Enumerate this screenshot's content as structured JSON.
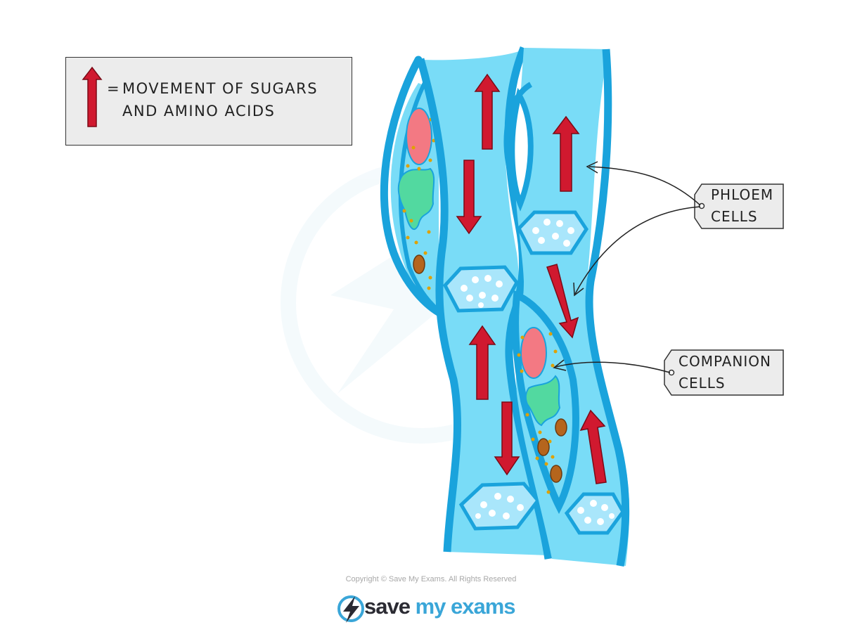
{
  "key": {
    "equals": "=",
    "line1": "MOVEMENT  OF  SUGARS",
    "line2": "AND  AMINO  ACIDS"
  },
  "labels": {
    "phloem": {
      "line1": "PHLOEM",
      "line2": "CELLS"
    },
    "companion": {
      "line1": "COMPANION",
      "line2": "CELLS"
    }
  },
  "footer": {
    "copyright": "Copyright © Save My Exams. All Rights Reserved",
    "brand_a": "save",
    "brand_b": "my exams"
  },
  "colors": {
    "wall": "#1aa3dc",
    "lumen": "#79dcf7",
    "arrow": "#d0192f",
    "nucleus": "#f37983",
    "vacuole": "#52d9a0",
    "sieve_plate": "#a9e6fb",
    "mitochondria": "#b5651d",
    "granules": "#e0a100",
    "tag_bg": "#ececec"
  },
  "icons": [
    "sugar-movement-arrow-icon",
    "lightning-bolt-logo-icon"
  ]
}
